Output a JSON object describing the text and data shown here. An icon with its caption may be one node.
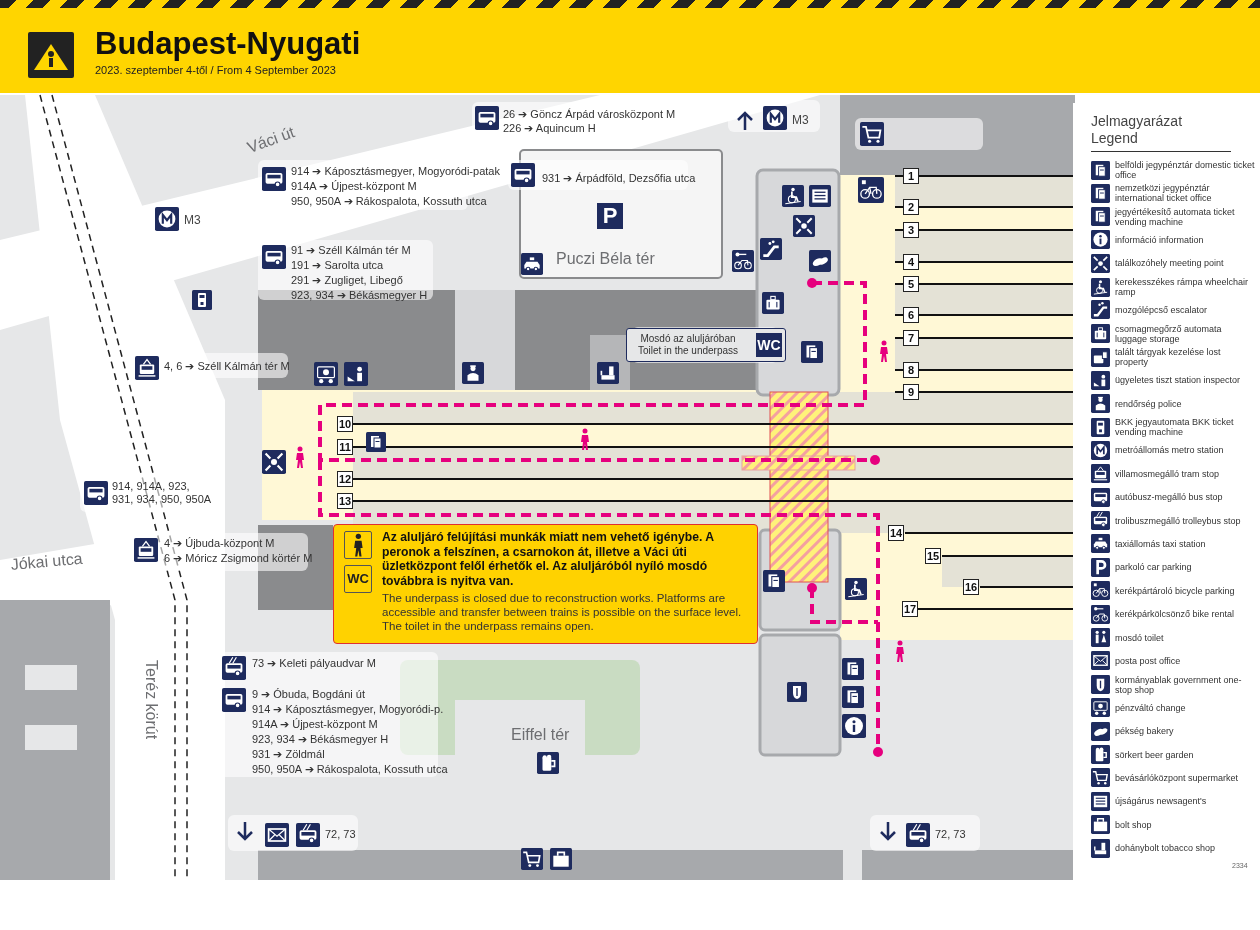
{
  "diagram": {
    "title": "Budapest-Nyugati",
    "nodes": [
      {
        "text": [
          "Mosdó az aluljáróban Toilet in the underpass",
          "WC"
        ]
      },
      {
        "text": [
          "WC",
          "Az aluljáró felújítási munkák miatt nem vehető igénybe. A peronok a felszínen, a csarnokon át, illetve a Váci úti üzletközpont felől érhetők el. Az aluljáróból nyíló mosdó továbbra is nyitva van.",
          "The underpass is closed due to reconstruction works. Platforms are accessible and transfer between trains is possible on the surface level. The toilet in the underpass remains open."
        ]
      }
    ],
    "edges": [],
    "labels": [
      "2023. szeptember 4-től / From 4 September 2023",
      "Váci út",
      "26 ➔ Göncz Árpád városközpont M",
      "226 ➔ Aquincum H",
      "M3",
      "914 ➔ Káposztásmegyer, Mogyoródi-patak",
      "914A ➔ Újpest-központ M",
      "950, 950A ➔ Rákospalota, Kossuth utca",
      "931 ➔ Árpádföld, Dezsőfia utca",
      "M3",
      "P",
      "Puczi Béla tér",
      "91 ➔ Széll Kálmán tér M",
      "191 ➔ Sarolta utca",
      "291 ➔ Zugliget, Libegő",
      "923, 934 ➔ Békásmegyer H",
      "4, 6 ➔ Széll Kálmán tér M",
      "914, 914A, 923, 931, 934, 950, 950A",
      "4 ➔ Újbuda-központ M",
      "6 ➔ Móricz Zsigmond körtér M",
      "Jókai utca",
      "Teréz körút",
      "73 ➔ Keleti pályaudvar M",
      "9 ➔ Óbuda, Bogdáni út",
      "914 ➔ Káposztásmegyer, Mogyoródi-p.",
      "914A ➔ Újpest-központ M",
      "923, 934 ➔ Békásmegyer H",
      "931 ➔ Zöldmál",
      "950, 950A ➔ Rákospalota, Kossuth utca",
      "Eiffel tér",
      "72, 73",
      "72, 73",
      "1",
      "2",
      "3",
      "4",
      "5",
      "6",
      "7",
      "8",
      "9",
      "10",
      "11",
      "12",
      "13",
      "14",
      "15",
      "16",
      "17",
      "Jelmagyarázat Legend",
      "2334"
    ],
    "legend": [
      {
        "text": "belföldi jegypénztár domestic ticket office"
      },
      {
        "text": "nemzetközi jegypénztár international ticket office"
      },
      {
        "text": "jegyértékesítő automata ticket vending machine"
      },
      {
        "text": "információ information"
      },
      {
        "text": "találkozóhely meeting point"
      },
      {
        "text": "kerekesszékes rámpa wheelchair ramp"
      },
      {
        "text": "mozgólépcső escalator"
      },
      {
        "text": "csomagmegőrző automata luggage storage"
      },
      {
        "text": "talált tárgyak kezelése lost property"
      },
      {
        "text": "ügyeletes tiszt station inspector"
      },
      {
        "text": "rendőrség police"
      },
      {
        "text": "BKK jegyautomata BKK ticket vending machine"
      },
      {
        "text": "metróállomás metro station"
      },
      {
        "text": "villamosmegálló tram stop"
      },
      {
        "text": "autóbusz-megálló bus stop"
      },
      {
        "text": "trolibuszmegálló trolleybus stop"
      },
      {
        "text": "taxiállomás taxi station"
      },
      {
        "text": "parkoló car parking"
      },
      {
        "text": "kerékpártároló bicycle parking"
      },
      {
        "text": "kerékpárkölcsönző bike rental"
      },
      {
        "text": "mosdó toilet"
      },
      {
        "text": "posta post office"
      },
      {
        "text": "kormányablak government one-stop shop"
      },
      {
        "text": "pénzváltó change"
      },
      {
        "text": "pékség bakery"
      },
      {
        "text": "sörkert beer garden"
      },
      {
        "text": "bevásárlóközpont supermarket"
      },
      {
        "text": "újságárus newsagent's"
      },
      {
        "text": "bolt shop"
      },
      {
        "text": "dohánybolt tobacco shop"
      }
    ]
  }
}
